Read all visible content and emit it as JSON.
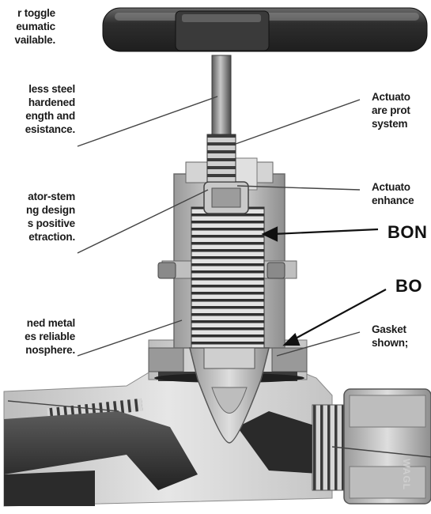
{
  "callouts_left": [
    {
      "lines": [
        "r toggle",
        "eumatic",
        "vailable."
      ]
    },
    {
      "lines": [
        "less steel",
        "hardened",
        "ength and",
        "esistance."
      ]
    },
    {
      "lines": [
        "ator-stem",
        "ng design",
        "s positive",
        "etraction."
      ]
    },
    {
      "lines": [
        "ned metal",
        "es reliable",
        "nosphere."
      ]
    }
  ],
  "callouts_right": [
    {
      "lines": [
        "Actuato",
        "are prot",
        "system"
      ]
    },
    {
      "lines": [
        "Actuato",
        "enhance"
      ]
    },
    {
      "lines": [
        "Gasket",
        "shown;"
      ]
    }
  ],
  "part_labels": {
    "bonnet_1": "BON",
    "bonnet_2": "BO"
  },
  "engraving": "WAGL",
  "colors": {
    "metal_light": "#d9d9d9",
    "metal_mid": "#a9a9a9",
    "metal_dark": "#4a4a4a",
    "handle": "#3a3a3a",
    "leader": "#444444"
  }
}
